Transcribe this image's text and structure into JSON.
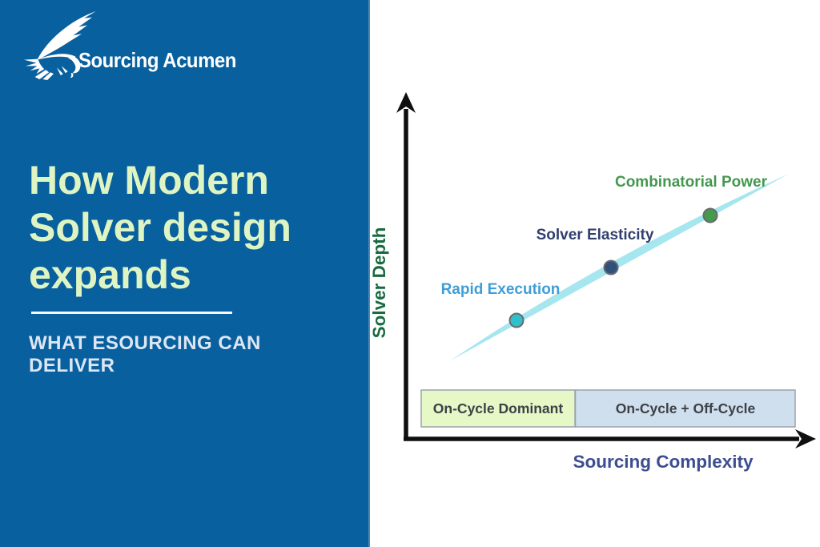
{
  "brand": {
    "name": "Sourcing Acumen",
    "logo_icon": "eagle-icon",
    "text_color": "#ffffff"
  },
  "left_panel": {
    "background_color": "#08609e",
    "title_lines": [
      "How Modern",
      "Solver design",
      "expands"
    ],
    "title_full": "How Modern Solver design expands",
    "title_color": "#def4c3",
    "divider": "white-rule",
    "subtitle_lines": [
      "WHAT ESOURCING CAN",
      "DELIVER"
    ],
    "subtitle_full": "WHAT ESOURCING CAN DELIVER",
    "subtitle_color": "#dde6f4"
  },
  "chart_data": {
    "type": "scatter",
    "title": "",
    "xlabel": "Sourcing Complexity",
    "ylabel": "Solver Depth",
    "xlabel_color": "#3c4e91",
    "ylabel_color": "#176b40",
    "axis_color": "#0f0f0f",
    "grid": false,
    "legend_position": "none",
    "axes_numeric_labels": false,
    "xlim_qualitative": [
      "low complexity",
      "high complexity"
    ],
    "ylim_qualitative": [
      "shallow",
      "deep"
    ],
    "trend_curve": {
      "shape": "upward tapered arc",
      "color": "#a5e6ef"
    },
    "points": [
      {
        "label": "Rapid Execution",
        "x_rel": 0.25,
        "y_rel": 0.32,
        "dot_color": "#2fc0cb",
        "label_color": "#3f9ed8"
      },
      {
        "label": "Solver Elasticity",
        "x_rel": 0.5,
        "y_rel": 0.52,
        "dot_color": "#31517b",
        "label_color": "#313f6f"
      },
      {
        "label": "Combinatorial Power",
        "x_rel": 0.77,
        "y_rel": 0.72,
        "dot_color": "#469a4e",
        "label_color": "#43984e"
      }
    ],
    "dot_stroke_color": "#666b6f",
    "x_axis_bands": [
      {
        "label": "On-Cycle Dominant",
        "fill": "#e6f8c6",
        "text_color": "#3c4147",
        "x_span_rel": [
          0.05,
          0.47
        ]
      },
      {
        "label": "On-Cycle + Off-Cycle",
        "fill": "#cfdfee",
        "text_color": "#3c4147",
        "x_span_rel": [
          0.47,
          0.97
        ]
      }
    ],
    "band_border_color": "#9aa3ab"
  }
}
